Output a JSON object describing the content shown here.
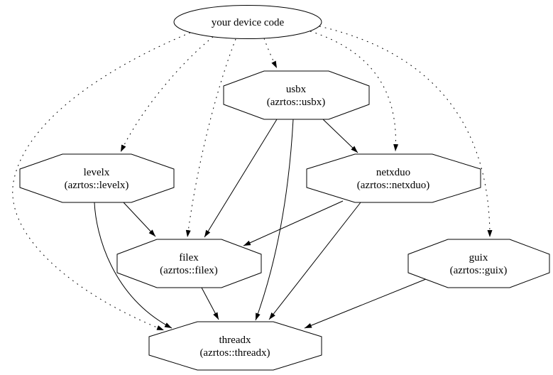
{
  "diagram": {
    "type": "dependency-graph",
    "background_color": "#ffffff",
    "node_fill_color": "#ffffff",
    "line_color": "#000000",
    "nodes": {
      "device": {
        "label": "your device code",
        "shape": "ellipse"
      },
      "usbx": {
        "title": "usbx",
        "subtitle": "(azrtos::usbx)",
        "shape": "octagon"
      },
      "levelx": {
        "title": "levelx",
        "subtitle": "(azrtos::levelx)",
        "shape": "octagon"
      },
      "netxduo": {
        "title": "netxduo",
        "subtitle": "(azrtos::netxduo)",
        "shape": "octagon"
      },
      "filex": {
        "title": "filex",
        "subtitle": "(azrtos::filex)",
        "shape": "octagon"
      },
      "guix": {
        "title": "guix",
        "subtitle": "(azrtos::guix)",
        "shape": "octagon"
      },
      "threadx": {
        "title": "threadx",
        "subtitle": "(azrtos::threadx)",
        "shape": "octagon"
      }
    },
    "edges": [
      {
        "from": "your device code",
        "to": "usbx",
        "style": "dotted"
      },
      {
        "from": "your device code",
        "to": "levelx",
        "style": "dotted"
      },
      {
        "from": "your device code",
        "to": "netxduo",
        "style": "dotted"
      },
      {
        "from": "your device code",
        "to": "filex",
        "style": "dotted"
      },
      {
        "from": "your device code",
        "to": "guix",
        "style": "dotted"
      },
      {
        "from": "your device code",
        "to": "threadx",
        "style": "dotted"
      },
      {
        "from": "usbx",
        "to": "netxduo",
        "style": "solid"
      },
      {
        "from": "usbx",
        "to": "filex",
        "style": "solid"
      },
      {
        "from": "usbx",
        "to": "threadx",
        "style": "solid"
      },
      {
        "from": "levelx",
        "to": "filex",
        "style": "solid"
      },
      {
        "from": "levelx",
        "to": "threadx",
        "style": "solid"
      },
      {
        "from": "netxduo",
        "to": "filex",
        "style": "solid"
      },
      {
        "from": "netxduo",
        "to": "threadx",
        "style": "solid"
      },
      {
        "from": "filex",
        "to": "threadx",
        "style": "solid"
      },
      {
        "from": "guix",
        "to": "threadx",
        "style": "solid"
      }
    ]
  }
}
